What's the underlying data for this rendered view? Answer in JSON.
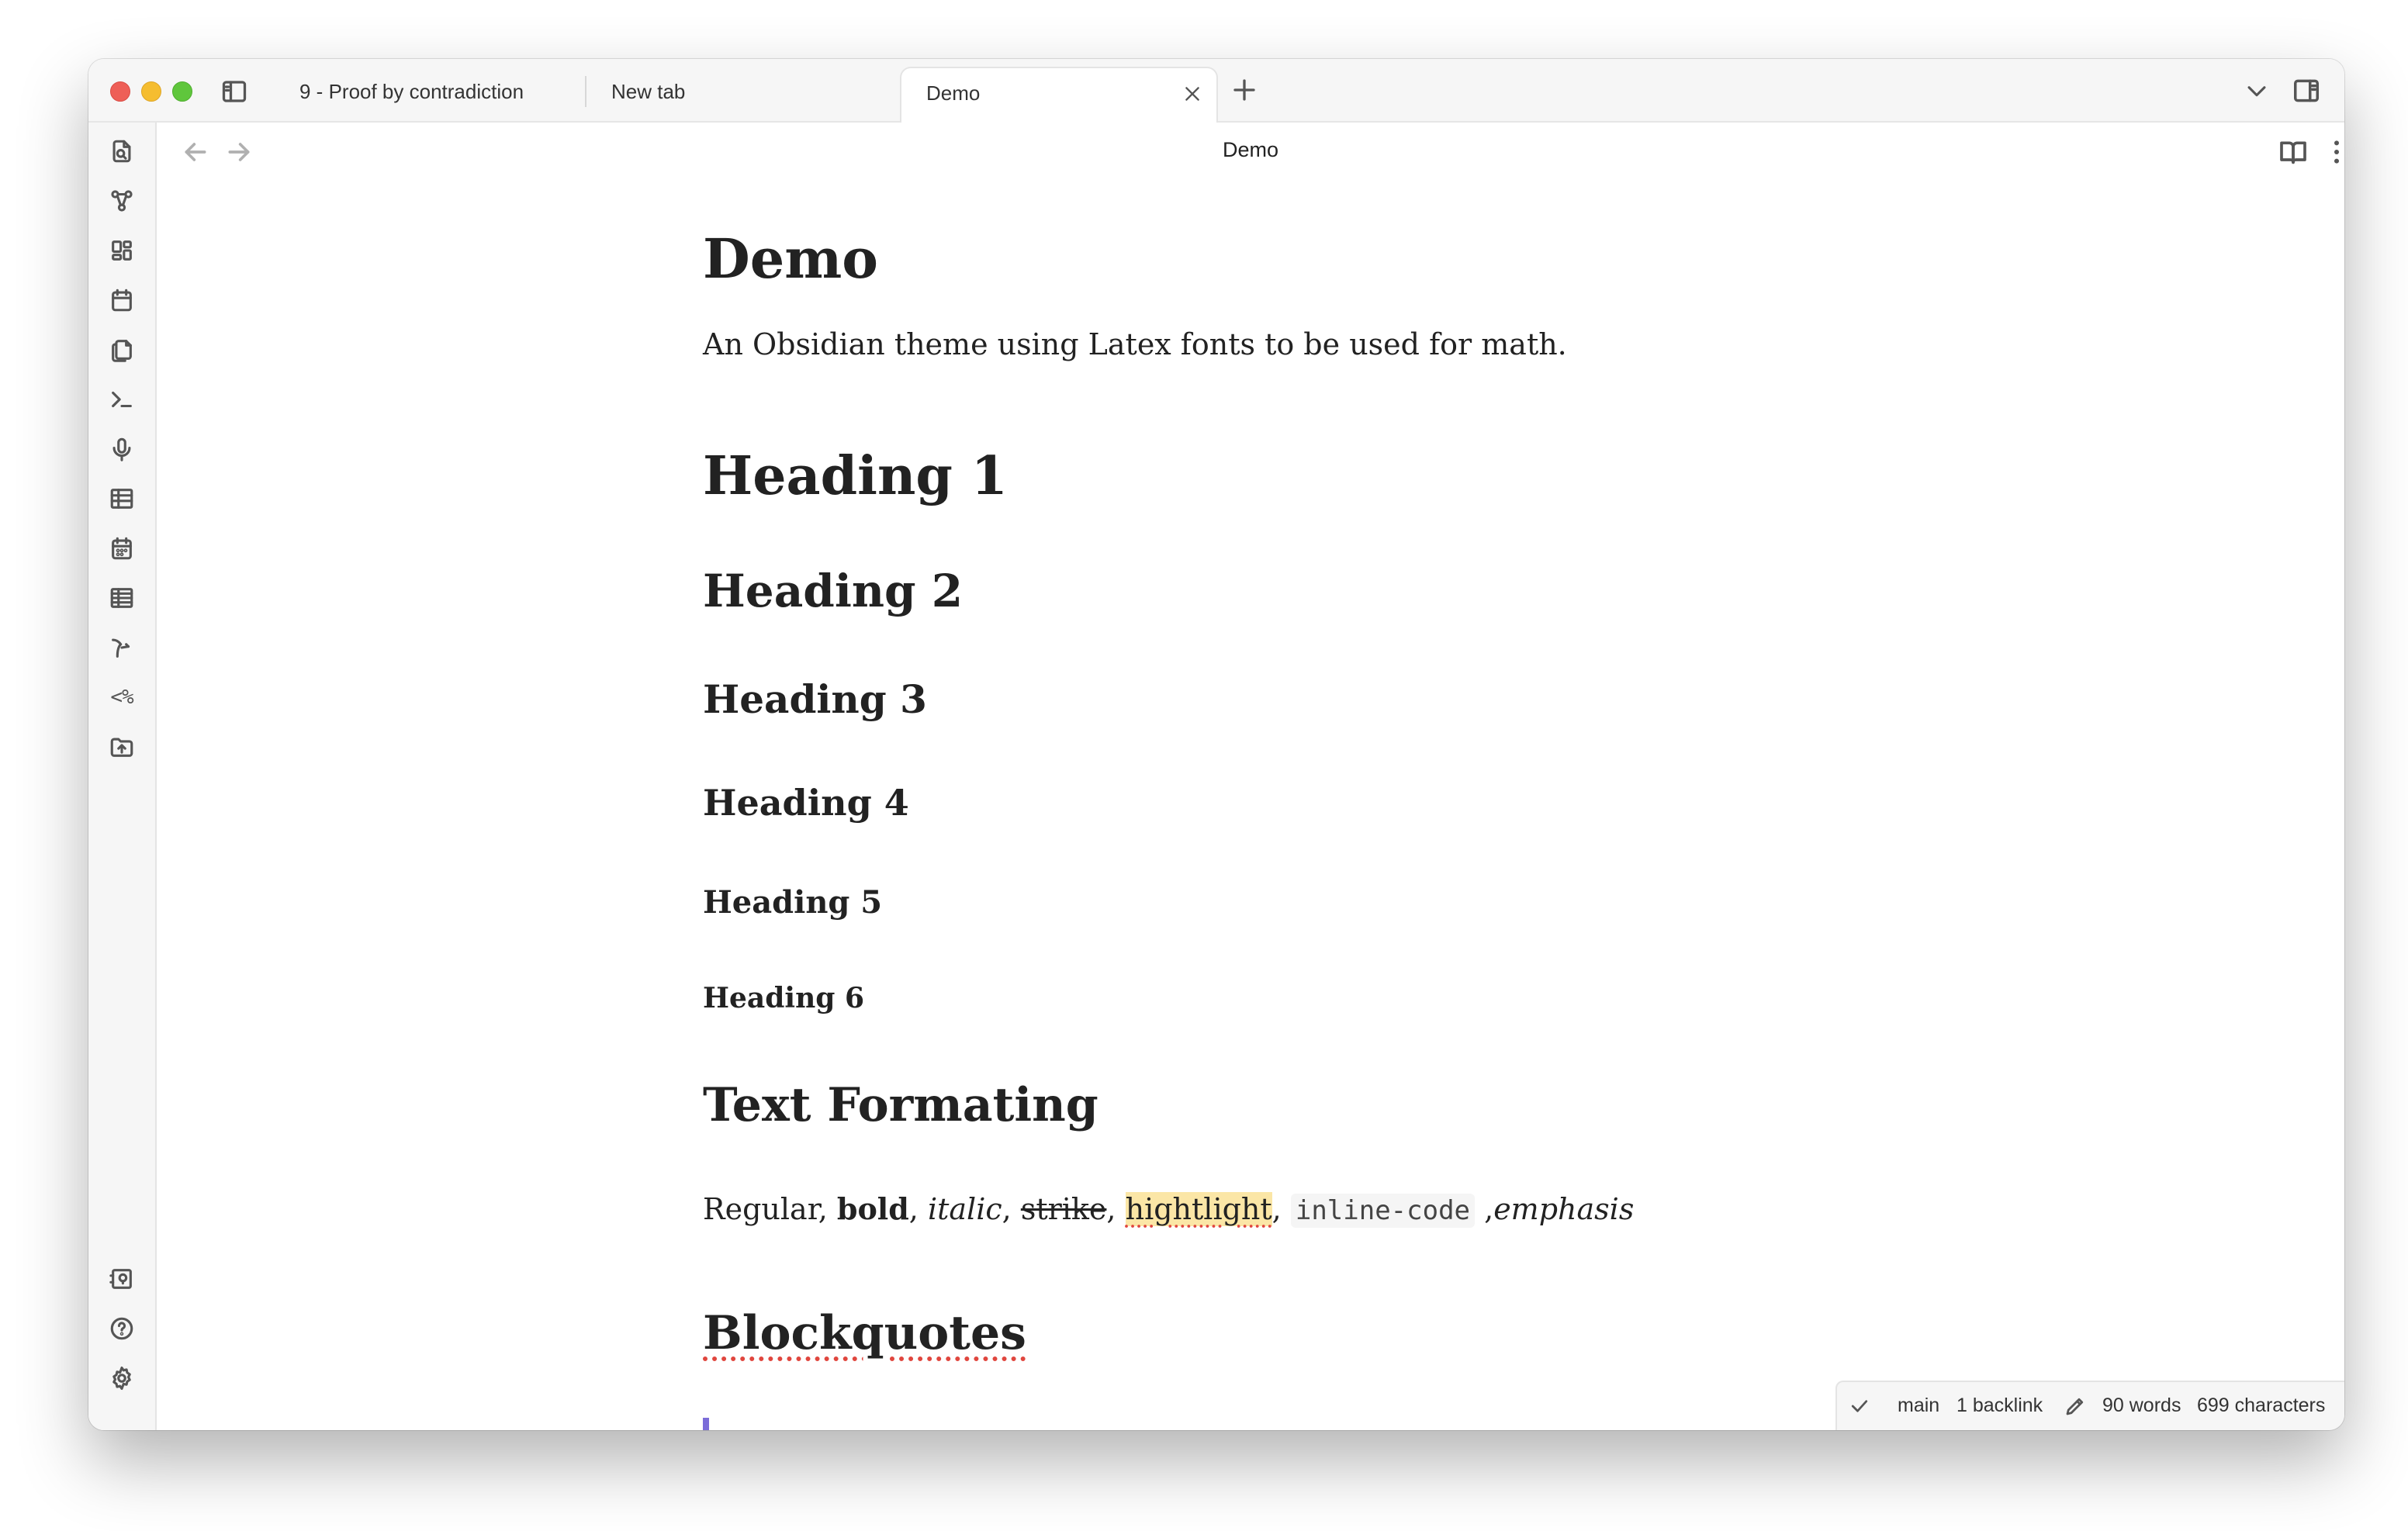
{
  "tabs": [
    {
      "label": "9 - Proof by contradiction",
      "active": false
    },
    {
      "label": "New tab",
      "active": false
    },
    {
      "label": "Demo",
      "active": true
    }
  ],
  "view": {
    "title": "Demo"
  },
  "ribbon": {
    "icons": [
      "open-quick-switcher-icon",
      "graph-view-icon",
      "canvas-icon",
      "daily-note-calendar-icon",
      "templates-copy-icon",
      "command-palette-icon",
      "audio-recorder-icon",
      "table-icon",
      "calendar-icon",
      "spreadsheet-icon",
      "sprout-icon",
      "templater-icon",
      "upload-folder-icon"
    ],
    "templater_label": "<%",
    "bottom_icons": [
      "vault-switcher-icon",
      "help-icon",
      "settings-icon"
    ]
  },
  "document": {
    "title": "Demo",
    "intro": "An Obsidian theme using Latex fonts to be used for math.",
    "headings": {
      "h1": "Heading 1",
      "h2": "Heading 2",
      "h3": "Heading 3",
      "h4": "Heading 4",
      "h5": "Heading 5",
      "h6": "Heading 6"
    },
    "formatting_heading": "Text Formating",
    "formatting": {
      "regular": "Regular",
      "bold": "bold",
      "italic": "italic",
      "strike": "strike",
      "highlight": "hightlight",
      "code": "inline-code",
      "emphasis": "emphasis"
    },
    "blockquotes_heading": "Blockquotes"
  },
  "status": {
    "branch": "main",
    "backlinks": "1 backlink",
    "words": "90 words",
    "characters": "699 characters"
  },
  "colors": {
    "highlight": "#fbe6a6",
    "accent": "#7b6cd9",
    "spellcheck": "#e0463e"
  }
}
